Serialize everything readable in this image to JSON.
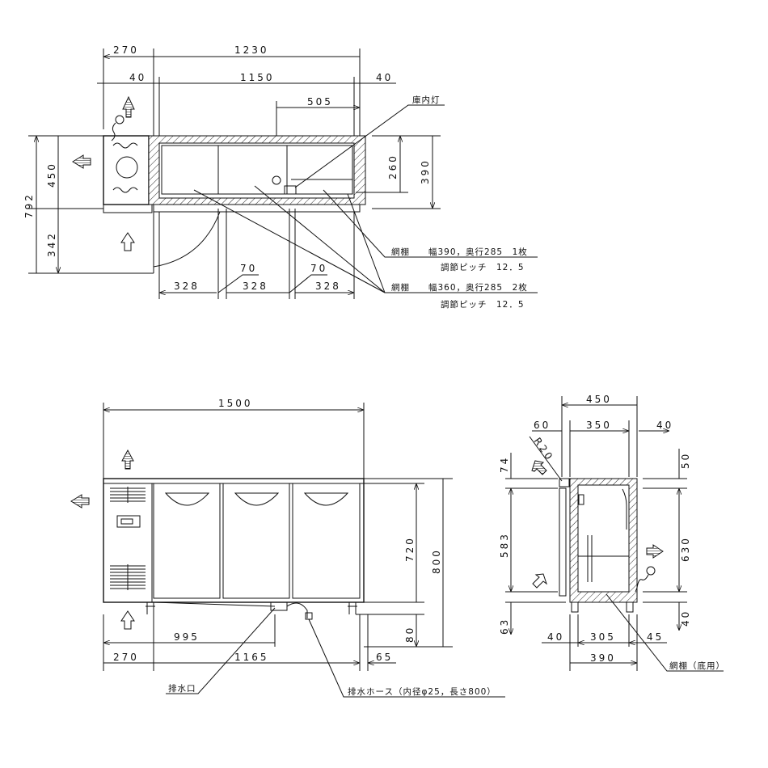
{
  "top_view": {
    "dims": {
      "d270": "270",
      "d1230": "1230",
      "d40a": "40",
      "d1150": "1150",
      "d40b": "40",
      "d505": "505",
      "d450": "450",
      "d342": "342",
      "d792": "792",
      "d260": "260",
      "d390": "390",
      "d328a": "328",
      "d328b": "328",
      "d328c": "328",
      "d70a": "70",
      "d70b": "70"
    },
    "labels": {
      "light": "庫内灯",
      "shelf1_a": "網棚　　幅390，奥行285　1枚",
      "shelf1_b": "調節ピッチ　12．5",
      "shelf2_a": "網棚　　幅360，奥行285　2枚",
      "shelf2_b": "調節ピッチ　12．5"
    }
  },
  "front_view": {
    "dims": {
      "d1500": "1500",
      "d720": "720",
      "d800": "800",
      "d80": "80",
      "d270": "270",
      "d995": "995",
      "d270b": "270",
      "d1165": "1165",
      "d65": "65"
    },
    "labels": {
      "drain": "排水口",
      "hose": "排水ホース（内径φ25，長さ800）"
    }
  },
  "side_view": {
    "dims": {
      "d450": "450",
      "d60": "60",
      "d350": "350",
      "d40": "40",
      "r20": "R20",
      "d74": "74",
      "d583": "583",
      "d63": "63",
      "d50": "50",
      "d630": "630",
      "d40r": "40",
      "d40b": "40",
      "d305": "305",
      "d45": "45",
      "d390": "390"
    },
    "labels": {
      "shelf": "網棚（底用）"
    }
  }
}
